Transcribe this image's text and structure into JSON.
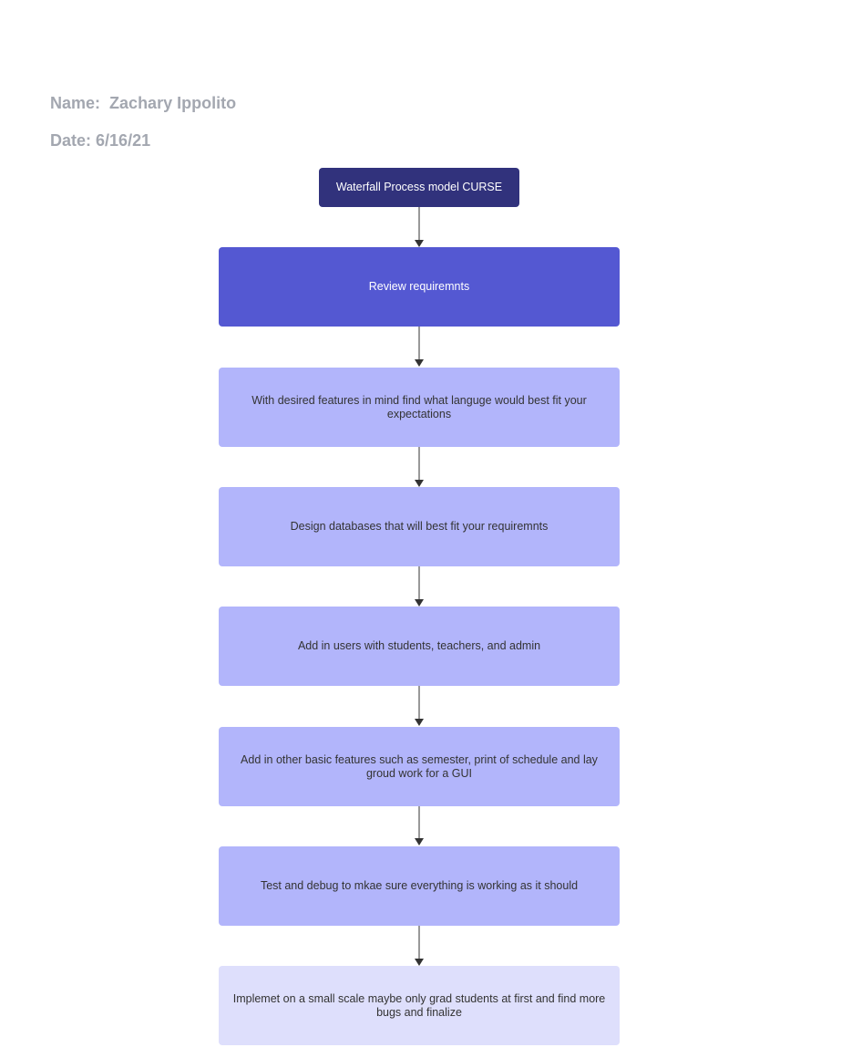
{
  "header": {
    "name_label": "Name:",
    "name_value": "Zachary Ippolito",
    "date_label": "Date:",
    "date_value": "6/16/21"
  },
  "diagram": {
    "title": "Waterfall Process model CURSE",
    "steps": [
      {
        "text": "Review requiremnts",
        "fill": "#5458d2"
      },
      {
        "text": "With desired features in mind find what languge would best fit your expectations",
        "fill": "#b2b5fb"
      },
      {
        "text": "Design databases that will best fit your requiremnts",
        "fill": "#b2b5fb"
      },
      {
        "text": "Add in users with students, teachers, and admin",
        "fill": "#b2b5fb"
      },
      {
        "text": "Add in other basic features such as semester, print of schedule and lay groud work for a GUI",
        "fill": "#b2b5fb"
      },
      {
        "text": "Test and debug to mkae sure everything is working as it should",
        "fill": "#b2b5fb"
      },
      {
        "text": "Implemet on a small scale maybe only grad students at first and find more bugs and finalize",
        "fill": "#dedffc"
      }
    ],
    "colors": {
      "title_fill": "#31327c",
      "connector": "#333333",
      "header_text": "#a3a7b0"
    }
  }
}
